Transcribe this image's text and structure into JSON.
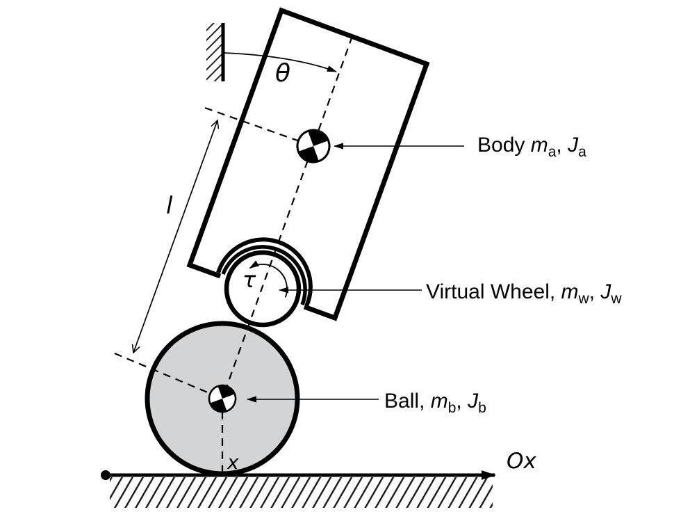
{
  "diagram": {
    "theta": "θ",
    "tau": "τ",
    "length_label": "l",
    "x_label": "x",
    "origin_label": "Ox",
    "body_label": {
      "name": "Body ",
      "m": "m",
      "m_sub": "a",
      "comma": ", ",
      "J": "J",
      "J_sub": "a"
    },
    "wheel_label": {
      "name": "Virtual Wheel, ",
      "m": "m",
      "m_sub": "w",
      "comma": ", ",
      "J": "J",
      "J_sub": "w"
    },
    "ball_label": {
      "name": "Ball, ",
      "m": "m",
      "m_sub": "b",
      "comma": ", ",
      "J": "J",
      "J_sub": "b"
    },
    "colors": {
      "ball_fill": "#d2d4d5",
      "ink": "#000000"
    }
  }
}
